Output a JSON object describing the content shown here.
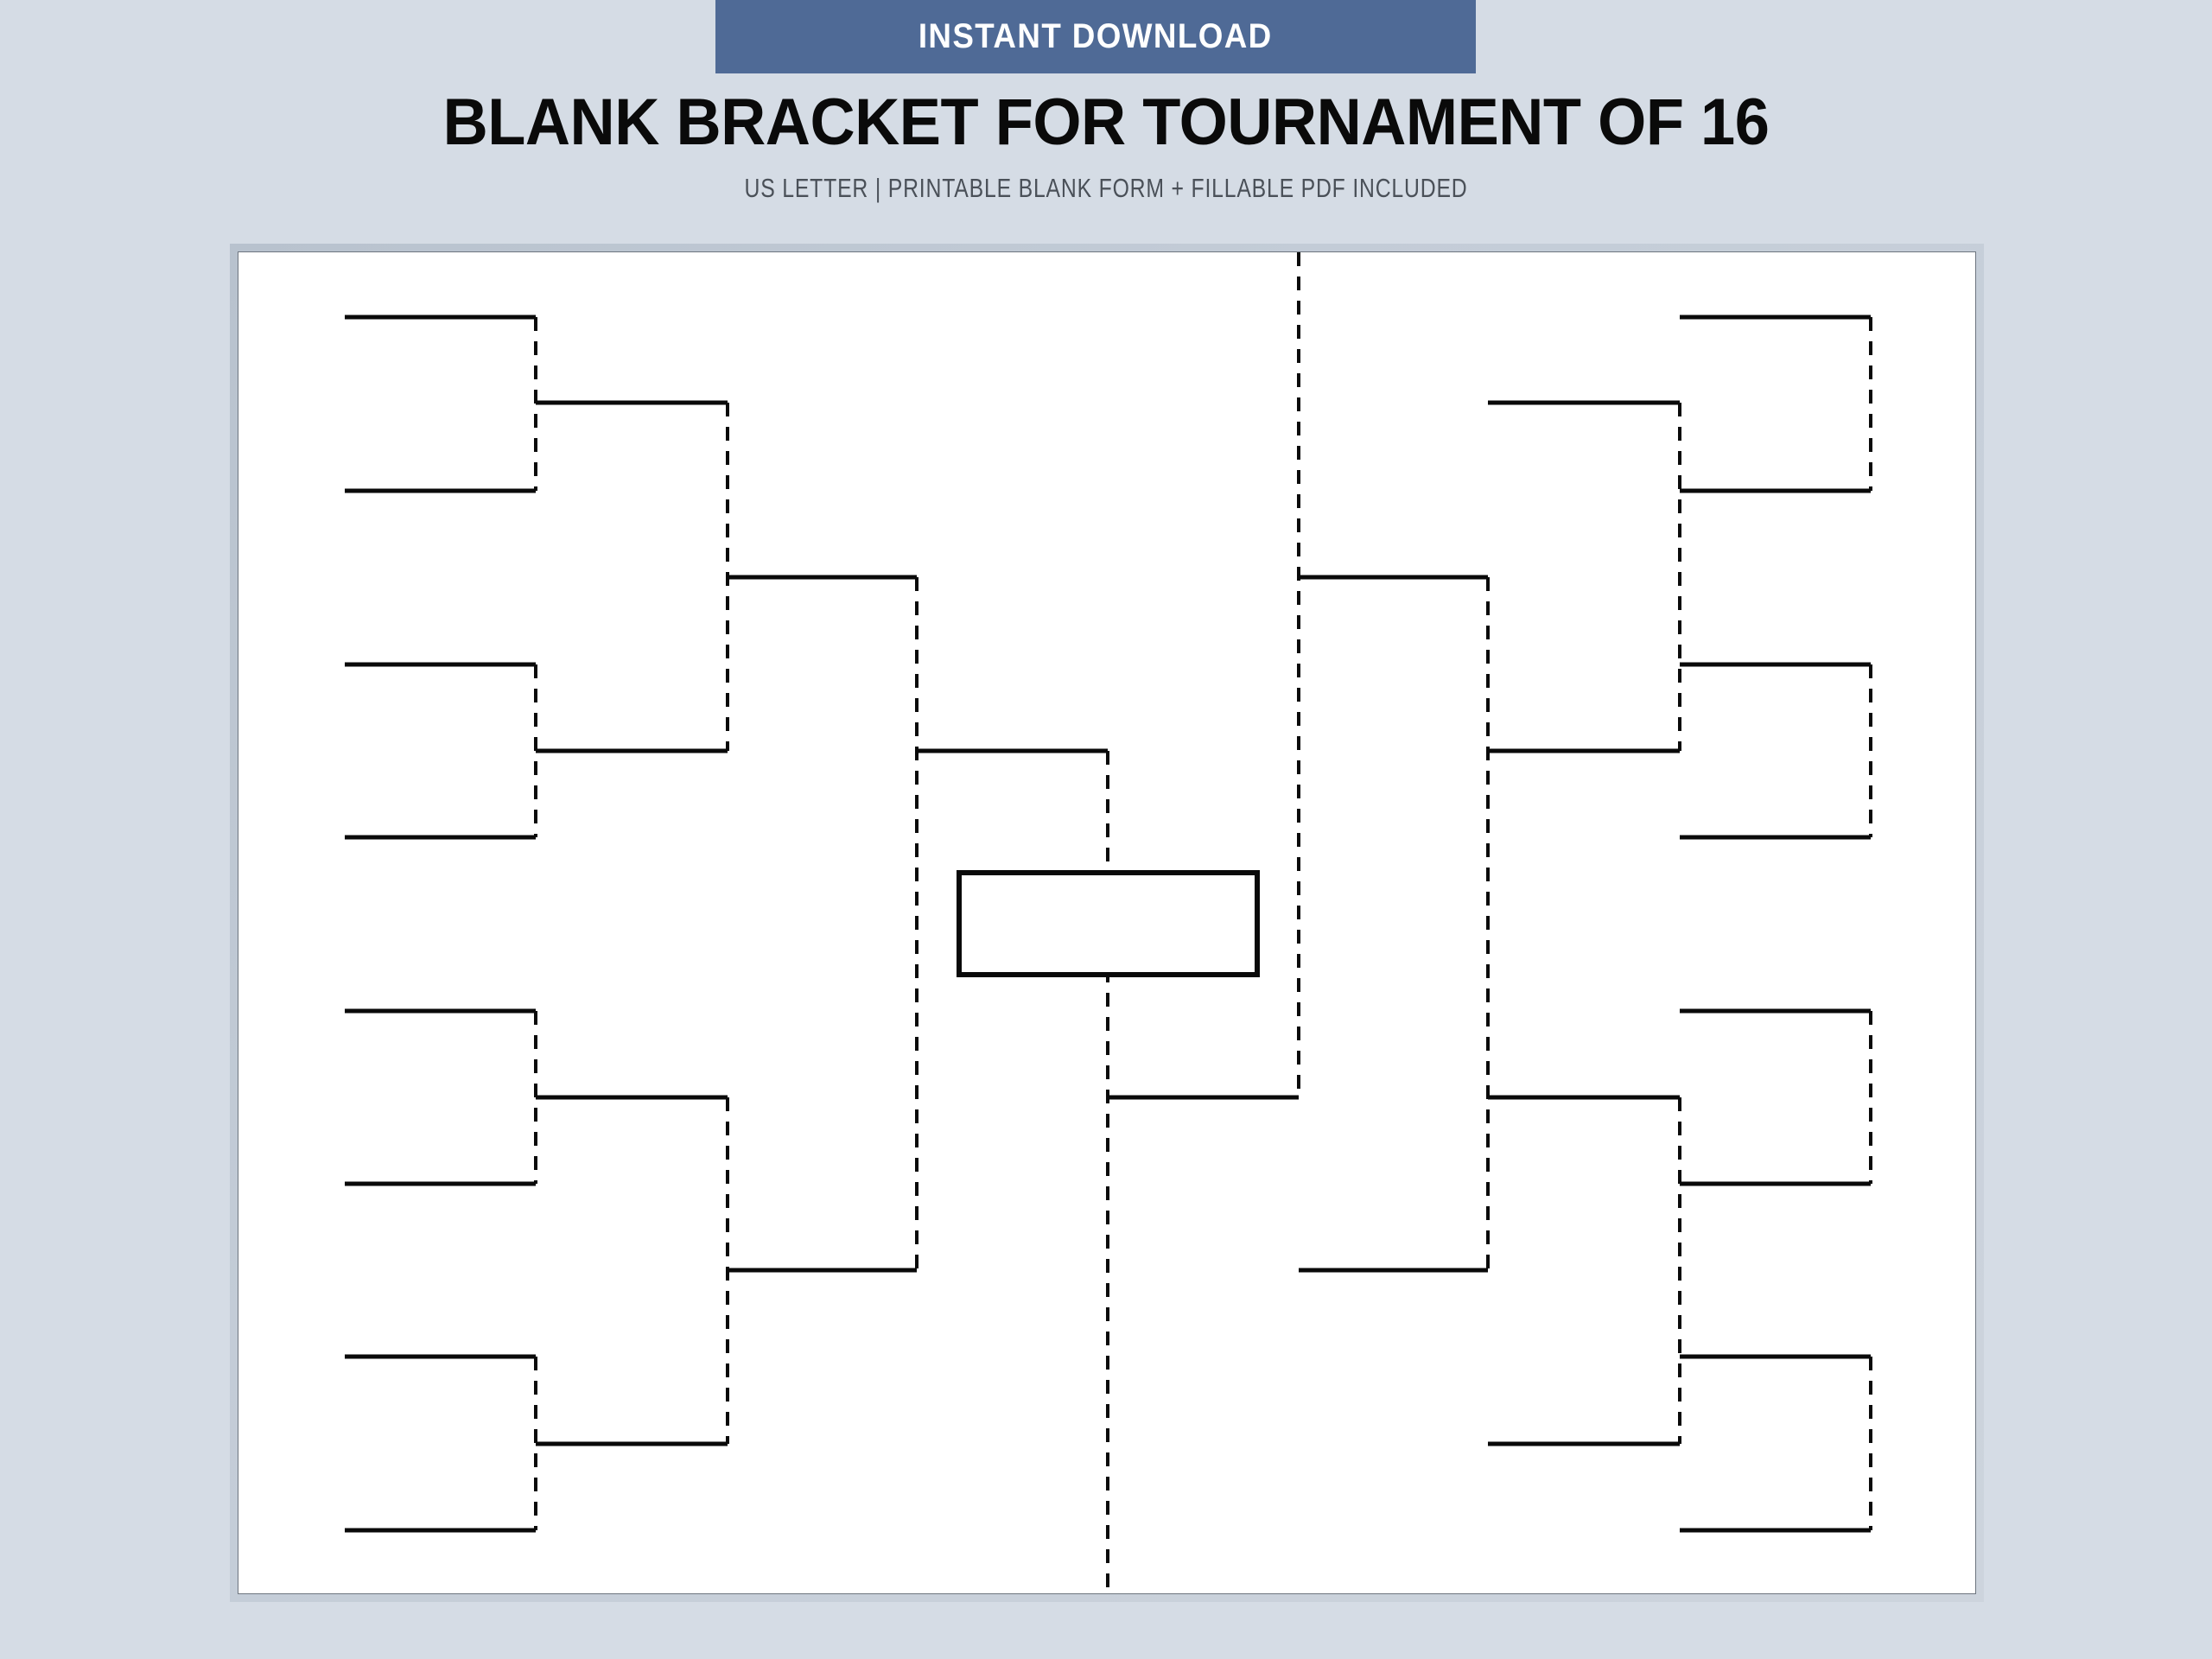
{
  "header": {
    "banner_label": "INSTANT DOWNLOAD",
    "banner_color": "#4f6a96",
    "banner_text_color": "#ffffff",
    "title": "BLANK BRACKET FOR TOURNAMENT OF 16",
    "subtitle": "US LETTER  | PRINTABLE BLANK FORM + FILLABLE PDF INCLUDED",
    "title_color": "#0a0a0a",
    "subtitle_color": "#4a5058"
  },
  "page": {
    "background_color": "#d5dce5",
    "sheet_color": "#ffffff",
    "sheet_border_color": "#6d757f",
    "line_color": "#0a0a0a"
  },
  "bracket": {
    "type": "single-elimination",
    "participants": 16,
    "rounds": 4,
    "orientation": "mirrored-center",
    "solid_lines": "horizontal slots",
    "dashed_lines": "vertical connectors",
    "champion_box": {
      "label": "",
      "filled": false
    },
    "slots": {
      "round1_left": [
        "",
        "",
        "",
        "",
        "",
        "",
        "",
        ""
      ],
      "round2_left": [
        "",
        "",
        "",
        ""
      ],
      "round3_left": [
        "",
        ""
      ],
      "round4_left": [
        ""
      ],
      "round1_right": [
        "",
        "",
        "",
        "",
        "",
        "",
        "",
        ""
      ],
      "round2_right": [
        "",
        "",
        "",
        ""
      ],
      "round3_right": [
        "",
        ""
      ],
      "round4_right": [
        ""
      ]
    }
  }
}
